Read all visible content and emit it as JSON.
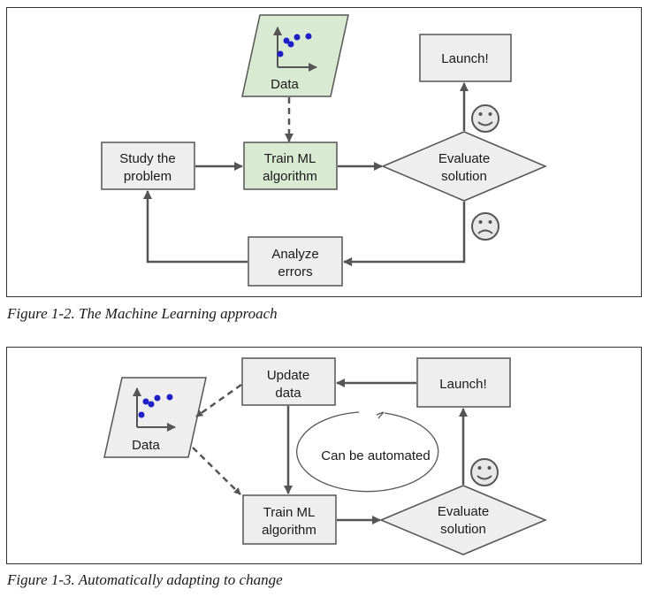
{
  "figure1": {
    "caption": "Figure 1-2. The Machine Learning approach",
    "nodes": {
      "data": "Data",
      "study_line1": "Study the",
      "study_line2": "problem",
      "train_line1": "Train ML",
      "train_line2": "algorithm",
      "evaluate_line1": "Evaluate",
      "evaluate_line2": "solution",
      "launch": "Launch!",
      "analyze_line1": "Analyze",
      "analyze_line2": "errors"
    }
  },
  "figure2": {
    "caption": "Figure 1-3. Automatically adapting to change",
    "nodes": {
      "data": "Data",
      "update_line1": "Update",
      "update_line2": "data",
      "launch": "Launch!",
      "train_line1": "Train ML",
      "train_line2": "algorithm",
      "evaluate_line1": "Evaluate",
      "evaluate_line2": "solution",
      "automated": "Can be automated"
    }
  },
  "colors": {
    "box_fill": "#eeeeee",
    "box_stroke": "#555555",
    "highlight_fill": "#d9ead3",
    "arrow": "#555555",
    "data_point": "#1f1fc8"
  },
  "icons": [
    "scatter-plot-icon",
    "smiley-icon",
    "frowny-icon"
  ]
}
